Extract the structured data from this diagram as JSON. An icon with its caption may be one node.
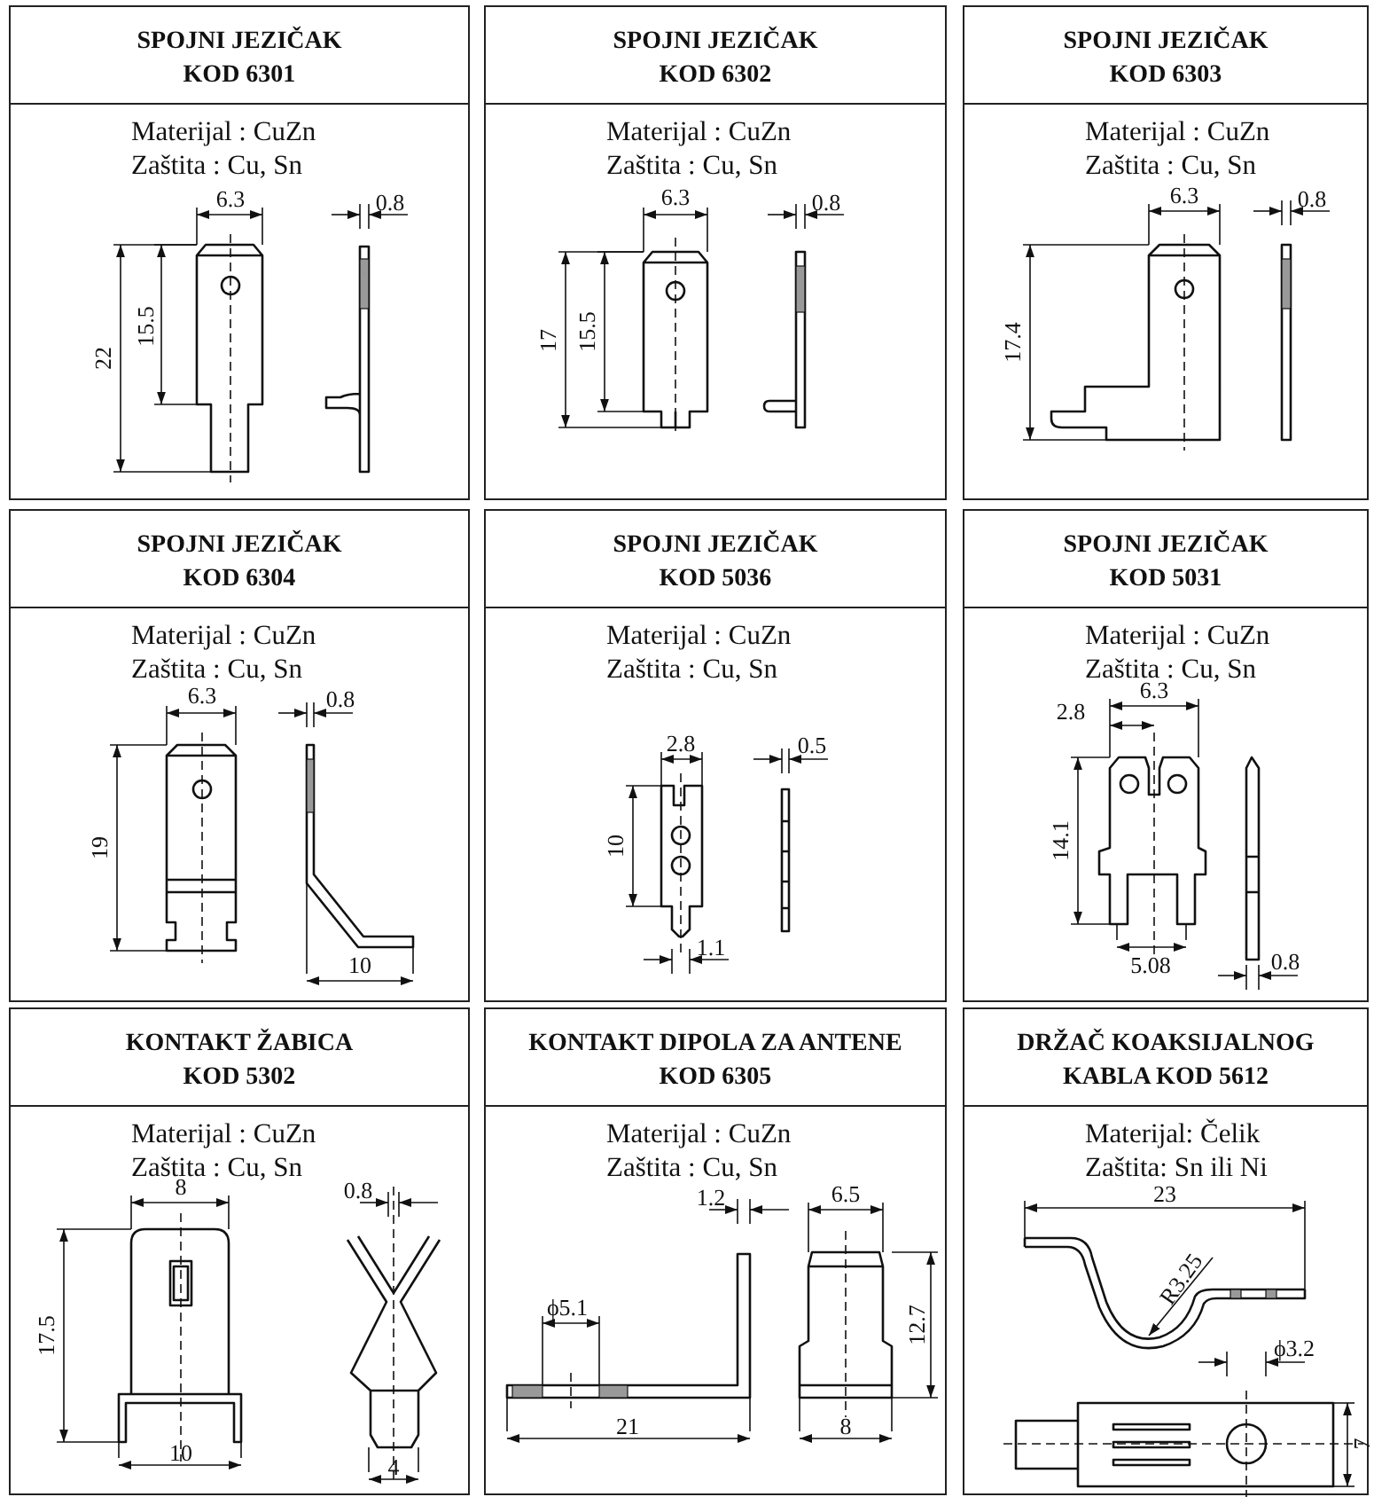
{
  "diagram": {
    "nodes": [
      {
        "text": [
          "SPOJNI JEZIČAK",
          "KOD 6301",
          "Materijal : CuZn",
          "Zaštita : Cu, Sn"
        ]
      },
      {
        "text": [
          "SPOJNI JEZIČAK",
          "KOD 6302",
          "Materijal : CuZn",
          "Zaštita : Cu, Sn"
        ]
      },
      {
        "text": [
          "SPOJNI JEZIČAK",
          "KOD 6303",
          "Materijal : CuZn",
          "Zaštita : Cu, Sn"
        ]
      },
      {
        "text": [
          "SPOJNI JEZIČAK",
          "KOD 6304",
          "Materijal : CuZn",
          "Zaštita : Cu, Sn"
        ]
      },
      {
        "text": [
          "SPOJNI JEZIČAK",
          "KOD 5036",
          "Materijal : CuZn",
          "Zaštita : Cu, Sn"
        ]
      },
      {
        "text": [
          "SPOJNI JEZIČAK",
          "KOD 5031",
          "Materijal : CuZn",
          "Zaštita : Cu, Sn"
        ]
      },
      {
        "text": [
          "KONTAKT ŽABICA",
          "KOD 5302",
          "Materijal : CuZn",
          "Zaštita : Cu, Sn"
        ]
      },
      {
        "text": [
          "KONTAKT DIPOLA ZA ANTENE",
          "KOD 6305",
          "Materijal : CuZn",
          "Zaštita : Cu, Sn"
        ]
      },
      {
        "text": [
          "DRŽAČ KOAKSIJALNOG",
          "KABLA KOD 5612",
          "Materijal: Čelik",
          "Zaštita: Sn ili Ni"
        ]
      }
    ],
    "labels": [
      "6.3",
      "0.8",
      "22",
      "15.5",
      "6.3",
      "0.8",
      "17",
      "15.5",
      "6.3",
      "0.8",
      "17.4",
      "6.3",
      "0.8",
      "19",
      "10",
      "2.8",
      "0.5",
      "10",
      "1.1",
      "6.3",
      "2.8",
      "14.1",
      "5.08",
      "0.8",
      "8",
      "0.8",
      "17.5",
      "10",
      "4",
      "1.2",
      "6.5",
      "ϕ5.1",
      "12.7",
      "21",
      "8",
      "23",
      "R3.25",
      "ϕ3.2",
      "7"
    ]
  }
}
